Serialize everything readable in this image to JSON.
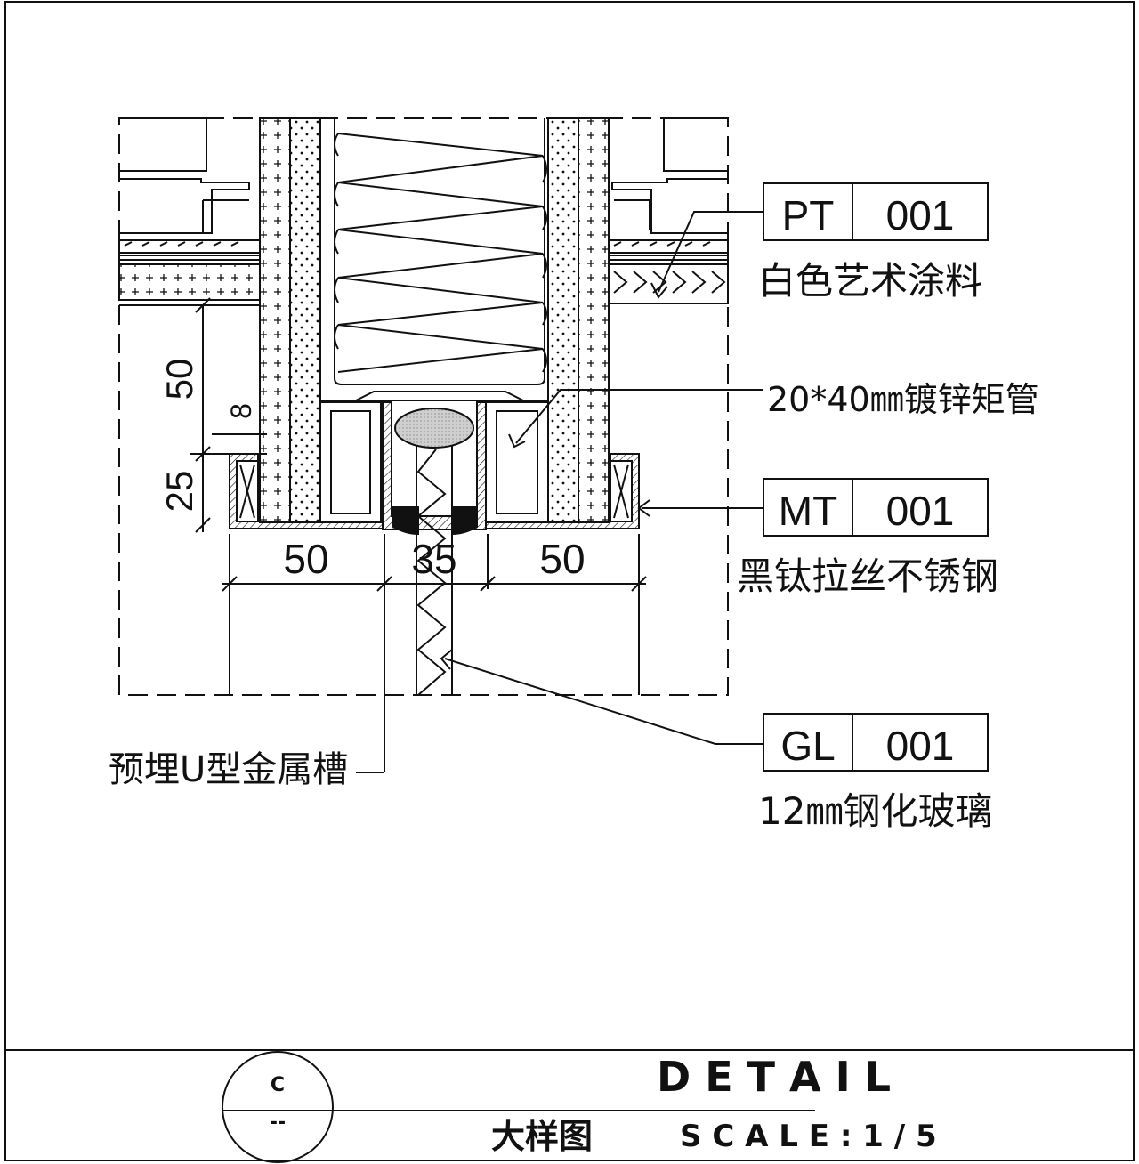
{
  "tags": [
    {
      "code": "PT",
      "number": "001",
      "desc": "白色艺术涂料"
    },
    {
      "code": "MT",
      "number": "001",
      "desc": "黑钛拉丝不锈钢"
    },
    {
      "code": "GL",
      "number": "001",
      "desc": "12㎜钢化玻璃"
    }
  ],
  "labels": {
    "tube": "20*40㎜镀锌矩管",
    "channel": "预埋U型金属槽"
  },
  "dimensions": {
    "v50": "50",
    "v8": "8",
    "v25": "25",
    "h50_left": "50",
    "h35": "35",
    "h50_right": "50"
  },
  "title_block": {
    "symbol_top": "C",
    "symbol_bottom": "--",
    "title": "D E T A I L",
    "subtitle": "大样图",
    "scale": "S C A L E : 1 / 5"
  }
}
